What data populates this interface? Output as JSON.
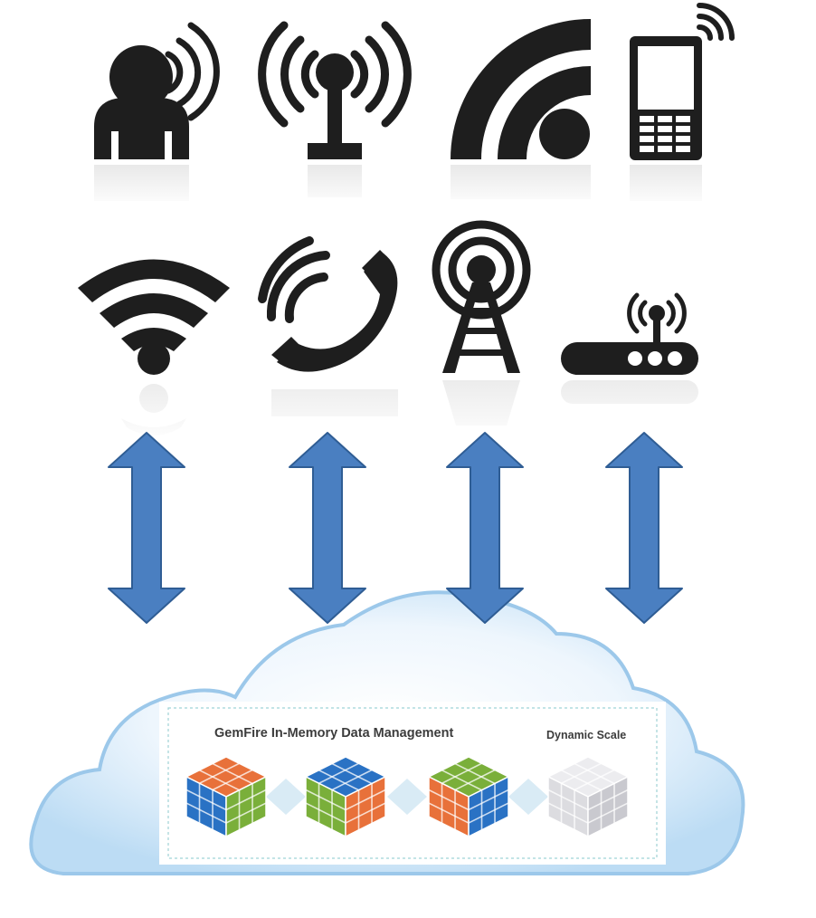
{
  "icons": [
    {
      "name": "person-broadcast"
    },
    {
      "name": "antenna-broadcast"
    },
    {
      "name": "rss-feed"
    },
    {
      "name": "mobile-phone-signal"
    },
    {
      "name": "wifi-signal"
    },
    {
      "name": "telephone-handset"
    },
    {
      "name": "radio-tower"
    },
    {
      "name": "wireless-router"
    }
  ],
  "arrows": {
    "count": 4,
    "color": "#4a7fc1",
    "stroke": "#2f5d94"
  },
  "cloud": {
    "color": "#d6ebfa",
    "edge": "#9cc8ea"
  },
  "panel": {
    "title": "GemFire In-Memory Data Management",
    "subtitle": "Dynamic Scale",
    "cubes": [
      {
        "name": "cube-orange-blue-green"
      },
      {
        "name": "cube-blue-green-orange"
      },
      {
        "name": "cube-green-orange-blue"
      },
      {
        "name": "cube-grey-inactive"
      }
    ]
  },
  "colors": {
    "icon": "#1e1e1e",
    "orange": "#e8713a",
    "blue": "#2a72c4",
    "green": "#7aaf3a",
    "grey": "#d9d9dd"
  }
}
